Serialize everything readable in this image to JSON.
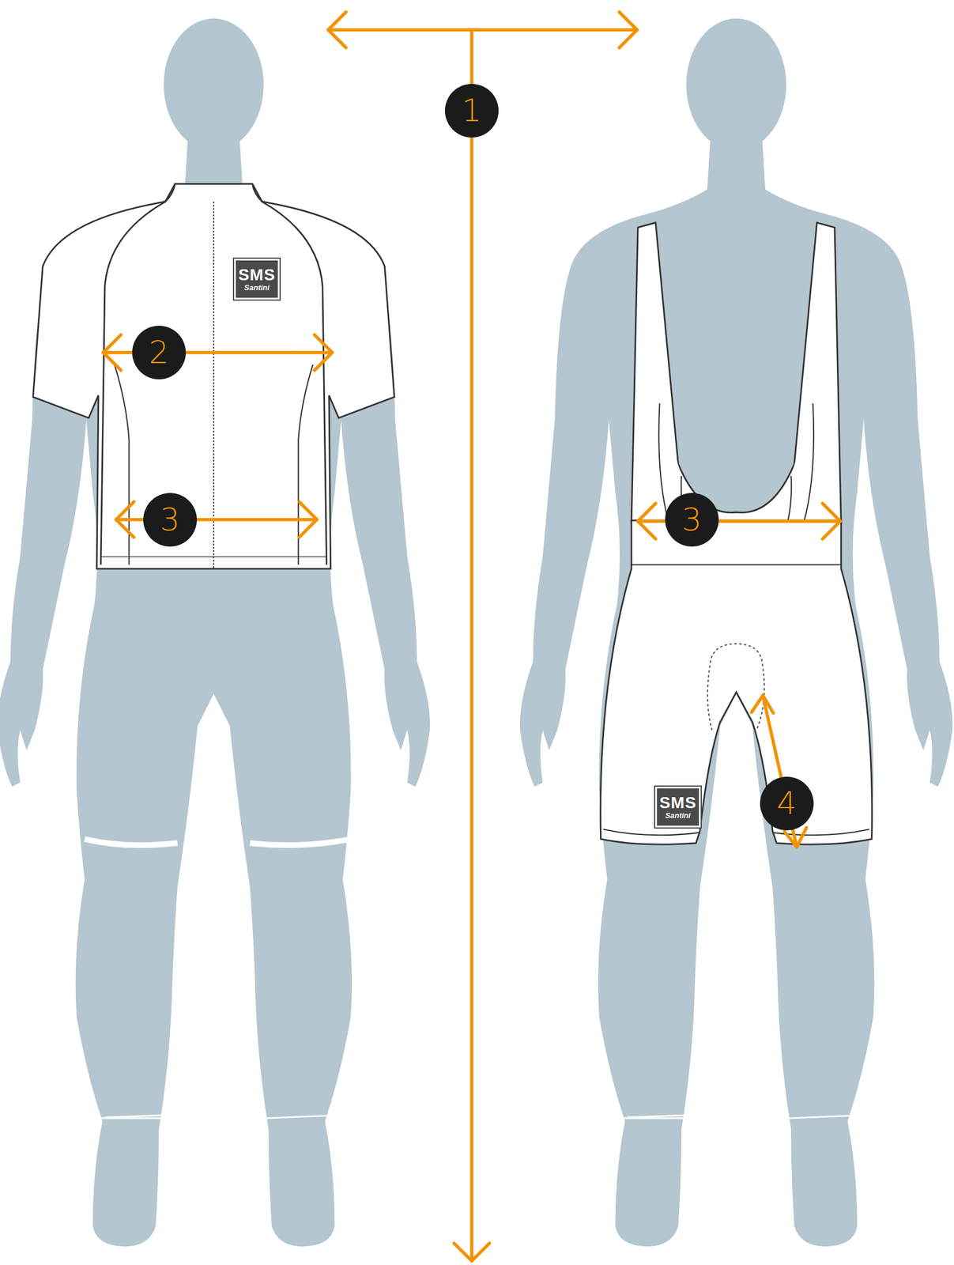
{
  "diagram": {
    "nodes": [
      {
        "text": [
          "1"
        ]
      },
      {
        "text": [
          "2"
        ]
      },
      {
        "text": [
          "3"
        ]
      },
      {
        "text": [
          "3"
        ]
      },
      {
        "text": [
          "4"
        ]
      }
    ],
    "labels": [
      "SMS",
      "Santini",
      "SMS",
      "Santini"
    ]
  }
}
